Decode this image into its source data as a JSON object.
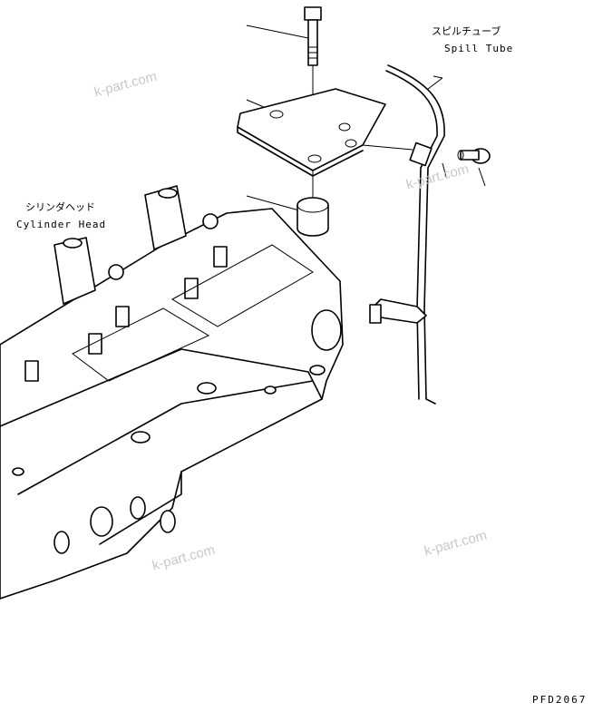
{
  "labels": {
    "cylinder_head_jp": "シリンダヘッド",
    "cylinder_head_en": "Cylinder Head",
    "spill_tube_jp": "スピルチューブ",
    "spill_tube_en": "Spill Tube",
    "figure_code": "PFD2067"
  },
  "watermarks": [
    "k-part.com",
    "k-part.com",
    "k-part.com",
    "k-part.com"
  ],
  "colors": {
    "ink": "#000000",
    "watermark": "#c8c8c8",
    "background": "#ffffff"
  }
}
